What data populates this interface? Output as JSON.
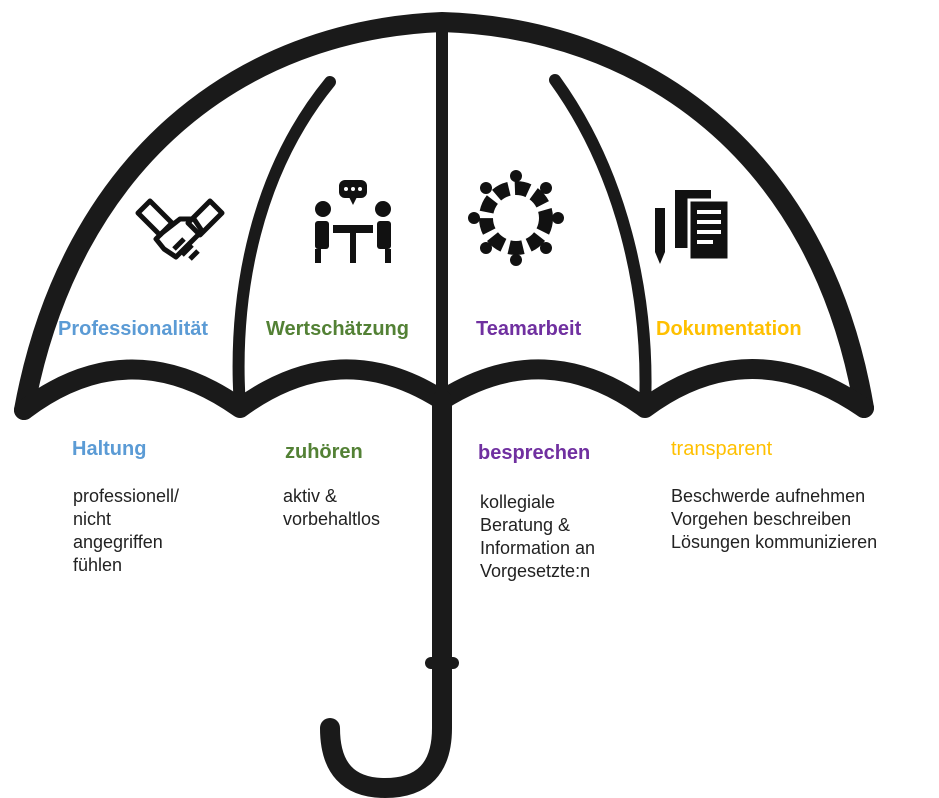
{
  "colors": {
    "professionalitaet": "#5b9bd5",
    "wertschaetzung": "#538135",
    "teamarbeit": "#7030a0",
    "dokumentation": "#ffc000",
    "umbrella": "#1a1a1a"
  },
  "icons": [
    "handshake-icon",
    "meeting-icon",
    "team-circle-icon",
    "documents-icon"
  ],
  "sections": [
    {
      "title": "Professionalität",
      "keyword": "Haltung",
      "lines": [
        "professionell/",
        "nicht",
        "angegriffen",
        "fühlen"
      ]
    },
    {
      "title": "Wertschätzung",
      "keyword": "zuhören",
      "lines": [
        "aktiv &",
        "vorbehaltlos"
      ]
    },
    {
      "title": "Teamarbeit",
      "keyword": "besprechen",
      "lines": [
        "kollegiale",
        "Beratung &",
        "Information an",
        "Vorgesetzte:n"
      ]
    },
    {
      "title": "Dokumentation",
      "keyword": "transparent",
      "lines": [
        "Beschwerde aufnehmen",
        "Vorgehen beschreiben",
        "Lösungen kommunizieren"
      ]
    }
  ]
}
